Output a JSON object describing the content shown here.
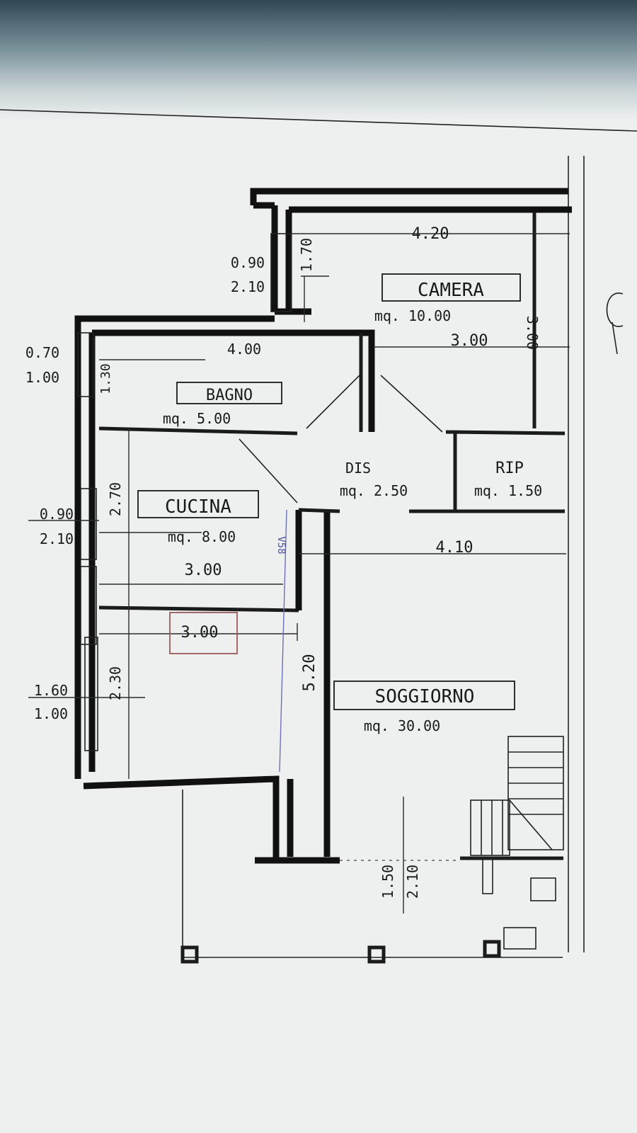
{
  "rooms": {
    "camera": {
      "name": "CAMERA",
      "area": "mq. 10.00",
      "dim_width": "4.20",
      "dim_depth": "3.00"
    },
    "bagno": {
      "name": "BAGNO",
      "area": "mq. 5.00",
      "dim_width": "4.00"
    },
    "cucina": {
      "name": "CUCINA",
      "area": "mq. 8.00",
      "dim_width": "3.00",
      "dim_depth": "2.70"
    },
    "dis": {
      "name": "DIS",
      "area": "mq. 2.50"
    },
    "rip": {
      "name": "RIP",
      "area": "mq. 1.50"
    },
    "soggiorno": {
      "name": "SOGGIORNO",
      "area": "mq. 30.00",
      "dim_width": "4.10",
      "dim_depth": "5.20"
    }
  },
  "dimensions": {
    "camera_depth": "1.70",
    "camera_right": "3.00",
    "bagno_left": "1.30",
    "soggiorno_left": "2.30",
    "red_box": "3.00",
    "door_width": "1.50",
    "door_height": "2.10",
    "pen_note": "V58"
  },
  "openings": {
    "camera_window": {
      "w": "0.90",
      "h": "2.10"
    },
    "bagno_window": {
      "w": "0.70",
      "h": "1.00"
    },
    "cucina_window": {
      "w": "0.90",
      "h": "2.10"
    },
    "soggiorno_window": {
      "w": "1.60",
      "h": "1.00"
    }
  }
}
